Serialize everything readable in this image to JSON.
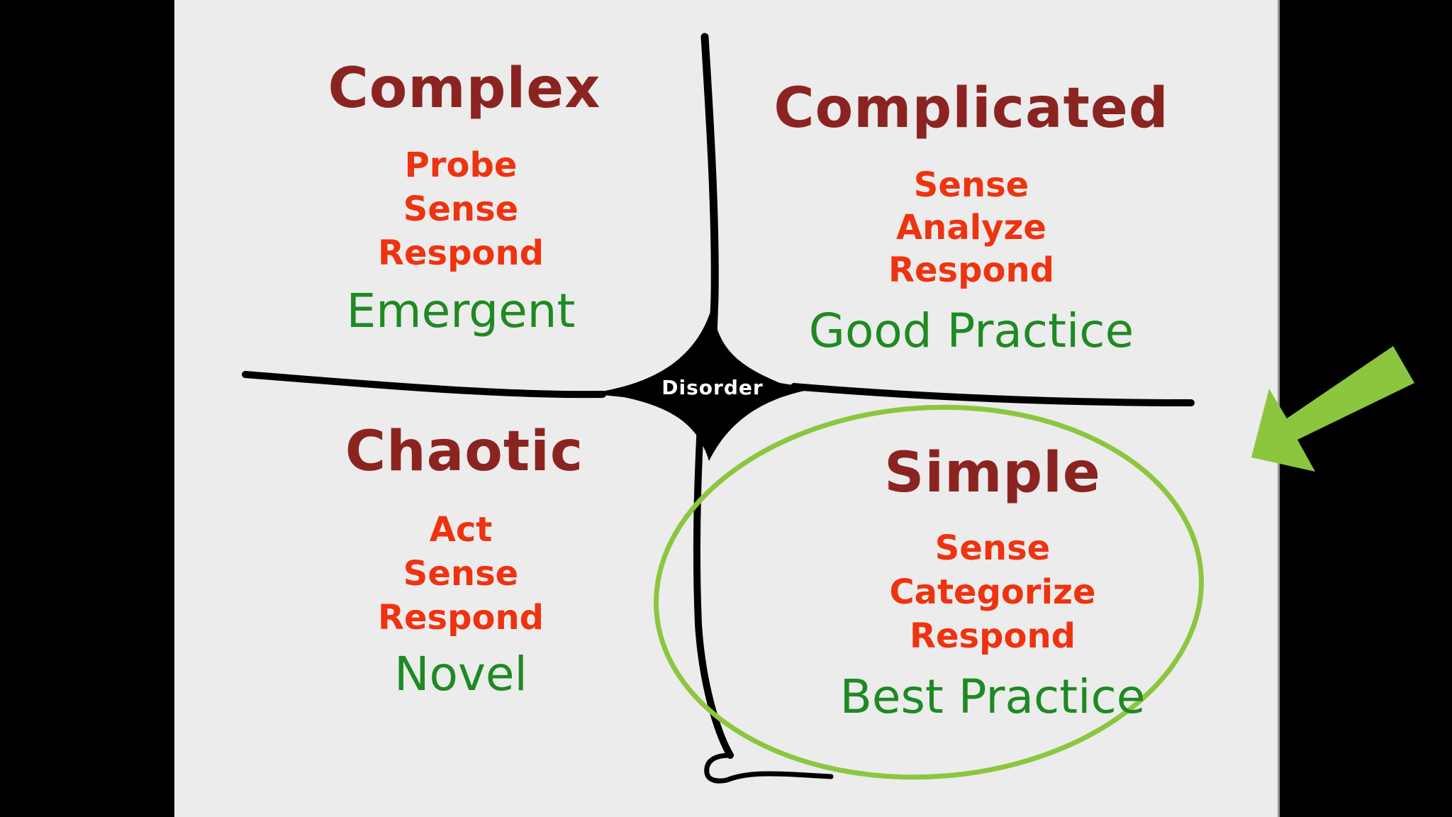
{
  "diagram": {
    "center_label": "Disorder",
    "domains": [
      {
        "id": "complex",
        "title": "Complex",
        "steps": [
          "Probe",
          "Sense",
          "Respond"
        ],
        "practice": "Emergent"
      },
      {
        "id": "complicated",
        "title": "Complicated",
        "steps": [
          "Sense",
          "Analyze",
          "Respond"
        ],
        "practice": "Good Practice"
      },
      {
        "id": "chaotic",
        "title": "Chaotic",
        "steps": [
          "Act",
          "Sense",
          "Respond"
        ],
        "practice": "Novel"
      },
      {
        "id": "simple",
        "title": "Simple",
        "steps": [
          "Sense",
          "Categorize",
          "Respond"
        ],
        "practice": "Best Practice"
      }
    ],
    "highlight": {
      "target": "simple",
      "ring_color": "#8cc63f",
      "arrow_color": "#8cc63f"
    },
    "colors": {
      "title": "#8b2421",
      "steps": "#ee3311",
      "practice": "#1e8a22",
      "lines": "#000000",
      "card": "#ececec",
      "background": "#000000"
    }
  }
}
